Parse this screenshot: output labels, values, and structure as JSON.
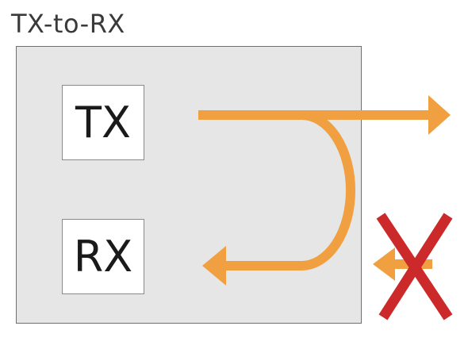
{
  "diagram": {
    "title": "TX-to-RX",
    "ports": {
      "tx_label": "TX",
      "rx_label": "RX"
    },
    "colors": {
      "background": "#ffffff",
      "device_fill": "#e6e6e6",
      "device_border": "#6f6f6f",
      "arrow": "#f0a040",
      "blocked_mark": "#cc2a2a"
    },
    "icons": {
      "blocked": "x-mark-icon"
    }
  }
}
